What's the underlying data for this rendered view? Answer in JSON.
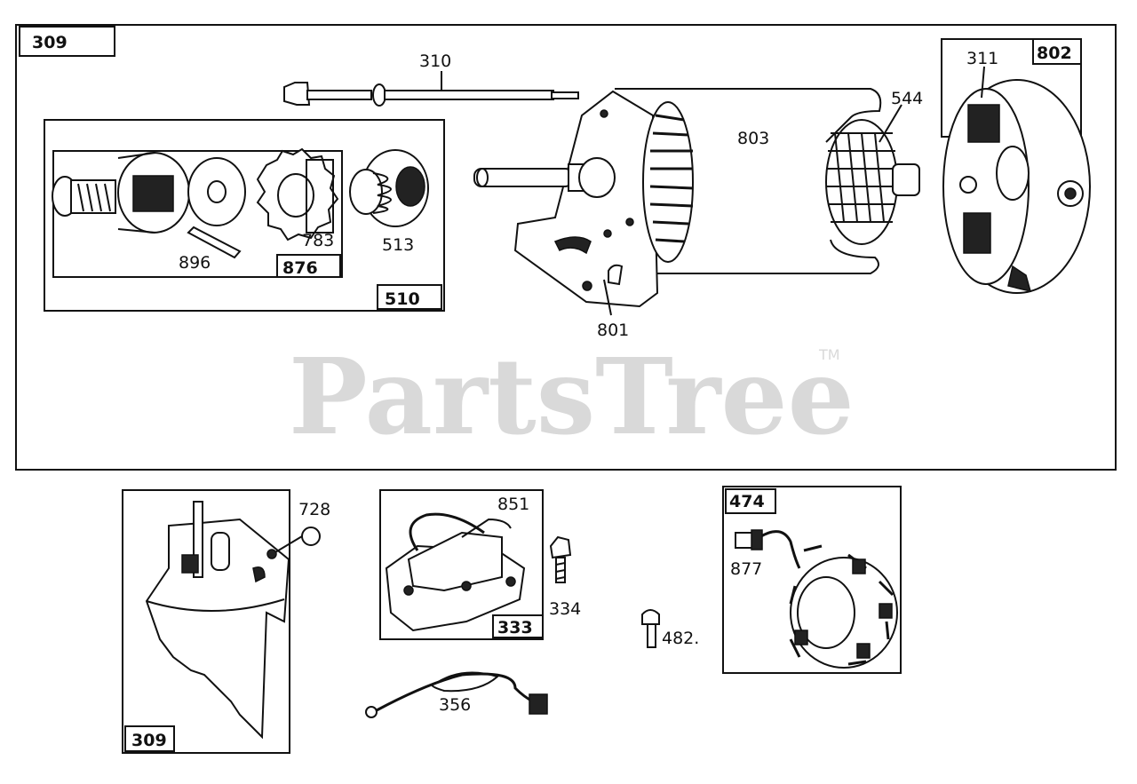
{
  "watermark": {
    "text": "PartsTree",
    "trademark": "TM"
  },
  "groups": {
    "main": "309",
    "drive": "510",
    "gear_sub": "876",
    "end_cap": "802",
    "housing": "309",
    "rectifier": "333",
    "alternator": "474"
  },
  "callouts": {
    "p310": "310",
    "p896": "896",
    "p783": "783",
    "p513": "513",
    "p801": "801",
    "p803": "803",
    "p544": "544",
    "p311": "311",
    "p728": "728",
    "p851": "851",
    "p334": "334",
    "p356": "356",
    "p482": "482.",
    "p877": "877"
  }
}
